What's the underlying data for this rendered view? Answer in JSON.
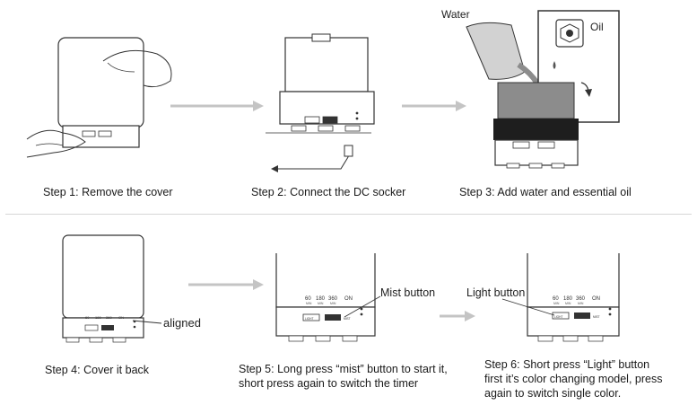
{
  "steps": [
    {
      "caption": "Step 1:  Remove the cover"
    },
    {
      "caption": "Step 2: Connect the DC socker"
    },
    {
      "caption": "Step 3:  Add water and essential oil",
      "label_water": "Water",
      "label_oil": "Oil"
    },
    {
      "caption": "Step 4:  Cover it back",
      "label_aligned": "aligned"
    },
    {
      "caption_line1": "Step 5: Long press “mist” button to start it,",
      "caption_line2": "short press again to switch the timer",
      "callout": "Mist button"
    },
    {
      "caption_line1": "Step 6:  Short press “Light” button",
      "caption_line2": "first it’s color changing model, press",
      "caption_line3": "again to switch single color.",
      "callout": "Light button"
    }
  ],
  "device": {
    "timer_labels": [
      "60",
      "180",
      "360"
    ],
    "timer_sub": "MIN",
    "on_label": "ON",
    "light_label": "LIGHT",
    "mist_label": "MIST"
  },
  "colors": {
    "line": "#333333",
    "arrow": "#c4c4c4",
    "water": "#8c8c8c"
  }
}
